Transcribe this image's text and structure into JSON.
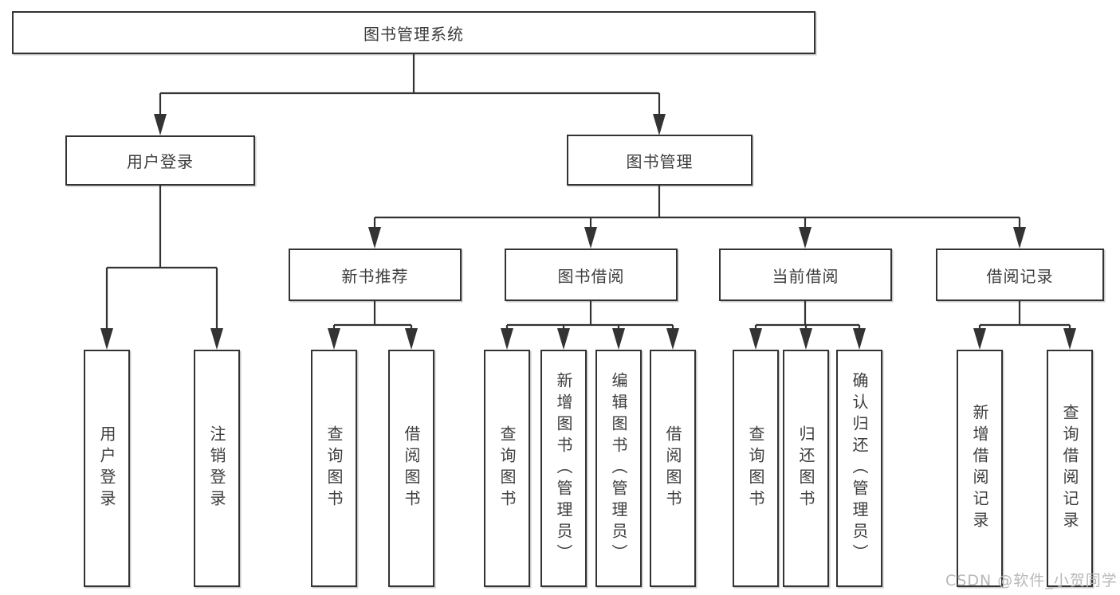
{
  "colors": {
    "line": "#333333",
    "box_border": "#333333",
    "text": "#3d3d3d",
    "watermark": "#b5b5b5",
    "background": "#ffffff"
  },
  "diagram": {
    "title_node": {
      "label": "图书管理系统"
    },
    "level2": [
      {
        "label": "用户登录"
      },
      {
        "label": "图书管理"
      }
    ],
    "level3": [
      {
        "parent": "图书管理",
        "label": "新书推荐"
      },
      {
        "parent": "图书管理",
        "label": "图书借阅"
      },
      {
        "parent": "图书管理",
        "label": "当前借阅"
      },
      {
        "parent": "图书管理",
        "label": "借阅记录"
      }
    ],
    "leaves": [
      {
        "parent": "用户登录",
        "label": "用户登录"
      },
      {
        "parent": "用户登录",
        "label": "注销登录"
      },
      {
        "parent": "新书推荐",
        "label": "查询图书"
      },
      {
        "parent": "新书推荐",
        "label": "借阅图书"
      },
      {
        "parent": "图书借阅",
        "label": "查询图书"
      },
      {
        "parent": "图书借阅",
        "label": "新增图书（管理员）"
      },
      {
        "parent": "图书借阅",
        "label": "编辑图书（管理员）"
      },
      {
        "parent": "图书借阅",
        "label": "借阅图书"
      },
      {
        "parent": "当前借阅",
        "label": "查询图书"
      },
      {
        "parent": "当前借阅",
        "label": "归还图书"
      },
      {
        "parent": "当前借阅",
        "label": "确认归还（管理员）"
      },
      {
        "parent": "借阅记录",
        "label": "新增借阅记录"
      },
      {
        "parent": "借阅记录",
        "label": "查询借阅记录"
      }
    ]
  },
  "watermark": {
    "text": "CSDN @软件_小贺同学"
  }
}
